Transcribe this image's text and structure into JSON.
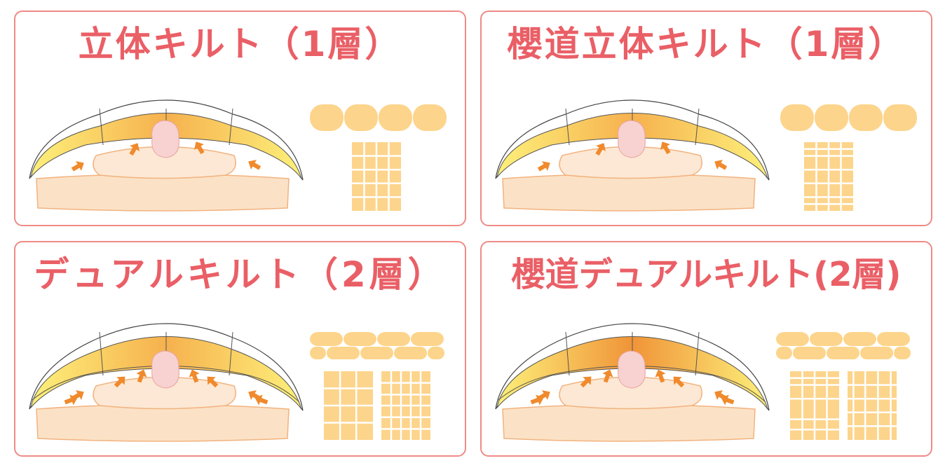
{
  "panels": [
    {
      "title": "立体キルト（1層）",
      "layers": 1,
      "sakuramichi": false
    },
    {
      "title": "櫻道立体キルト（1層）",
      "layers": 1,
      "sakuramichi": true
    },
    {
      "title": "デュアルキルト（2層）",
      "layers": 2,
      "sakuramichi": false
    },
    {
      "title": "櫻道デュアルキルト(2層)",
      "layers": 2,
      "sakuramichi": true
    }
  ],
  "colors": {
    "border": "#ef8a86",
    "title": "#ea5f66",
    "batting": "#fcd48b",
    "mattress": "#fbe2c6",
    "person": "#f8d2d0",
    "arrow": "#f08a2c"
  }
}
